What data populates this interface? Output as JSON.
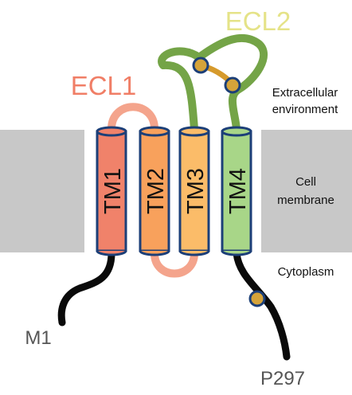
{
  "loops": {
    "ecl1": "ECL1",
    "ecl2": "ECL2"
  },
  "helices": [
    {
      "label": "TM1",
      "color": "#F0826A"
    },
    {
      "label": "TM2",
      "color": "#F8A15C"
    },
    {
      "label": "TM3",
      "color": "#FBBC69"
    },
    {
      "label": "TM4",
      "color": "#A8D688"
    }
  ],
  "regions": {
    "extracellular_line1": "Extracellular",
    "extracellular_line2": "environment",
    "membrane_line1": "Cell",
    "membrane_line2": "membrane",
    "cytoplasm": "Cytoplasm"
  },
  "termini": {
    "n_terminus": "M1",
    "c_terminus": "P297"
  },
  "colors": {
    "membrane": "#C8C8C8",
    "ecl1_loop": "#F4A48C",
    "ecl2_loop": "#74A447",
    "ecl1_text": "#F07E66",
    "ecl2_text": "#E5E388",
    "helix_outline": "#1C3F78",
    "tail": "#0a0a0a",
    "disulfide": "#D69A2C",
    "site_fill": "#D5A33A"
  }
}
